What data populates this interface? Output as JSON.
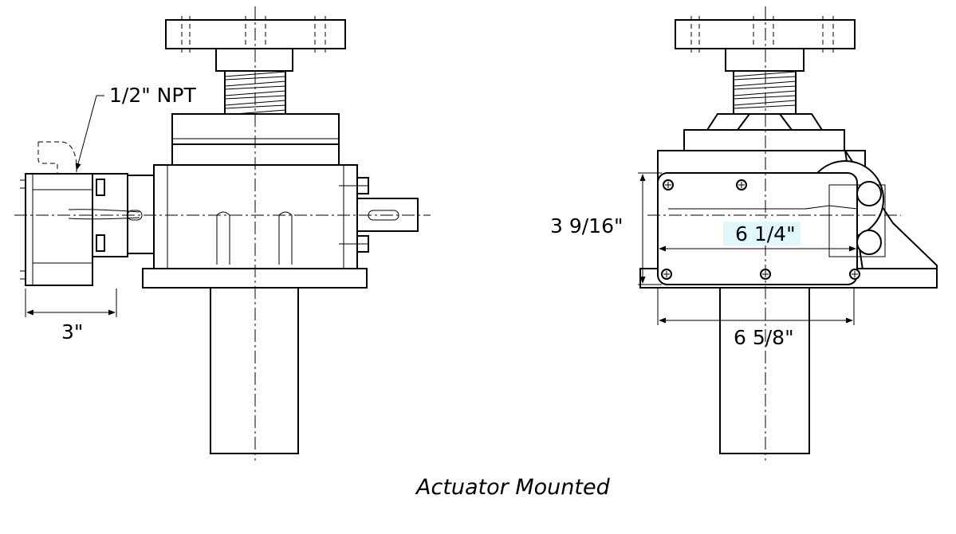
{
  "labels": {
    "npt": "1/2\" NPT",
    "three_in": "3\"",
    "height": "3 9/16\"",
    "inner_width": "6 1/4\"",
    "outer_width": "6 5/8\""
  },
  "caption": "Actuator Mounted"
}
